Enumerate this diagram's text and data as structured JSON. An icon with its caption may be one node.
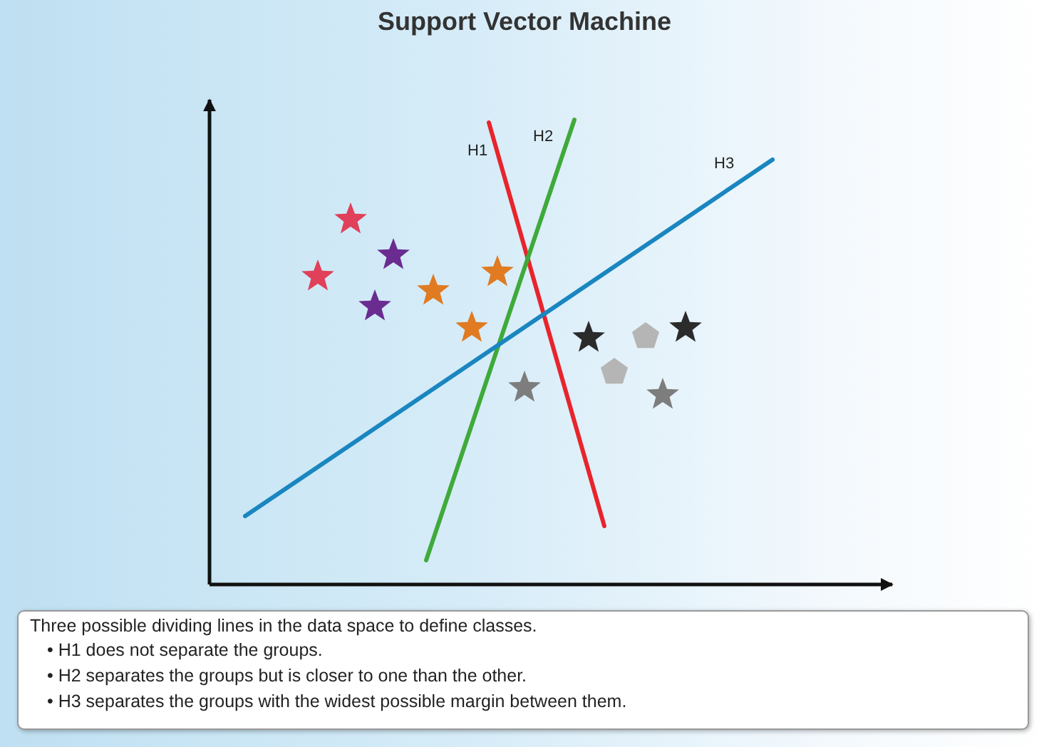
{
  "diagram": {
    "title": "Support Vector Machine",
    "nodes": [
      {
        "text": [
          "Three possible dividing lines in the data space to define classes.",
          "• H1 does not separate the groups.",
          "• H2 separates the groups but is closer to one than the other.",
          "• H3 separates the groups with the widest possible margin between them."
        ]
      }
    ],
    "labels": [
      "H1",
      "H2",
      "H3"
    ]
  }
}
